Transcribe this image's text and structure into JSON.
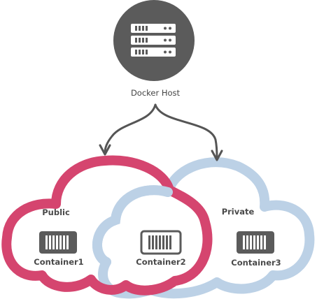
{
  "host": {
    "label": "Docker Host",
    "icon": "server-rack-icon",
    "circle_color": "#5b5b5b"
  },
  "networks": {
    "public": {
      "label": "Public",
      "color": "#d5456f"
    },
    "private": {
      "label": "Private",
      "color": "#bcd1e6"
    }
  },
  "containers": [
    {
      "label": "Container1",
      "network": "Public"
    },
    {
      "label": "Container2",
      "network": "Public + Private"
    },
    {
      "label": "Container3",
      "network": "Private"
    }
  ],
  "colors": {
    "arrow": "#555555",
    "container_dark": "#5b5b5b",
    "container_light": "#ffffff"
  }
}
